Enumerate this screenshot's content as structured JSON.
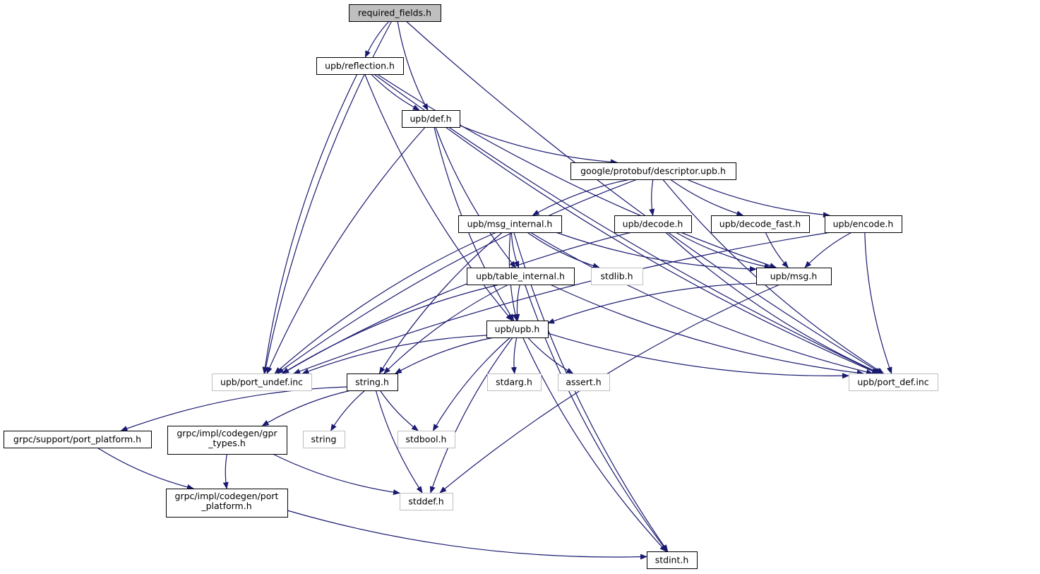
{
  "title": "required_fields.h",
  "colors": {
    "edge": "#191970",
    "node_border": "#000000",
    "external_border": "#bfbfbf",
    "root_fill": "#bfbfbf",
    "text": "#000000",
    "external_text": "#444444"
  },
  "nodes": [
    {
      "id": "required_fields",
      "label": "required_fields.h",
      "kind": "root"
    },
    {
      "id": "reflection",
      "label": "upb/reflection.h",
      "kind": "documented"
    },
    {
      "id": "def",
      "label": "upb/def.h",
      "kind": "documented"
    },
    {
      "id": "descriptor",
      "label": "google/protobuf/descriptor.upb.h",
      "kind": "documented"
    },
    {
      "id": "msg_internal",
      "label": "upb/msg_internal.h",
      "kind": "documented"
    },
    {
      "id": "decode",
      "label": "upb/decode.h",
      "kind": "documented"
    },
    {
      "id": "decode_fast",
      "label": "upb/decode_fast.h",
      "kind": "documented"
    },
    {
      "id": "encode",
      "label": "upb/encode.h",
      "kind": "documented"
    },
    {
      "id": "table_internal",
      "label": "upb/table_internal.h",
      "kind": "documented"
    },
    {
      "id": "stdlib",
      "label": "stdlib.h",
      "kind": "external"
    },
    {
      "id": "msg",
      "label": "upb/msg.h",
      "kind": "documented"
    },
    {
      "id": "upb",
      "label": "upb/upb.h",
      "kind": "documented"
    },
    {
      "id": "port_undef",
      "label": "upb/port_undef.inc",
      "kind": "external"
    },
    {
      "id": "string_h",
      "label": "string.h",
      "kind": "documented"
    },
    {
      "id": "stdarg",
      "label": "stdarg.h",
      "kind": "external"
    },
    {
      "id": "assert",
      "label": "assert.h",
      "kind": "external"
    },
    {
      "id": "port_def",
      "label": "upb/port_def.inc",
      "kind": "external"
    },
    {
      "id": "grpc_support_port_platform",
      "label": "grpc/support/port_platform.h",
      "kind": "documented"
    },
    {
      "id": "gpr_types",
      "label": "grpc/impl/codegen/gpr_types.h",
      "lines": [
        "grpc/impl/codegen/gpr",
        "_types.h"
      ],
      "kind": "documented"
    },
    {
      "id": "string",
      "label": "string",
      "kind": "external"
    },
    {
      "id": "stdbool",
      "label": "stdbool.h",
      "kind": "external"
    },
    {
      "id": "codegen_port_platform",
      "label": "grpc/impl/codegen/port_platform.h",
      "lines": [
        "grpc/impl/codegen/port",
        "_platform.h"
      ],
      "kind": "documented"
    },
    {
      "id": "stddef",
      "label": "stddef.h",
      "kind": "external"
    },
    {
      "id": "stdint",
      "label": "stdint.h",
      "kind": "documented"
    }
  ],
  "edges": [
    [
      "required_fields",
      "reflection"
    ],
    [
      "required_fields",
      "def"
    ],
    [
      "required_fields",
      "port_undef"
    ],
    [
      "required_fields",
      "port_def"
    ],
    [
      "reflection",
      "def"
    ],
    [
      "reflection",
      "port_undef"
    ],
    [
      "reflection",
      "port_def"
    ],
    [
      "reflection",
      "upb"
    ],
    [
      "reflection",
      "msg"
    ],
    [
      "def",
      "descriptor"
    ],
    [
      "def",
      "port_undef"
    ],
    [
      "def",
      "port_def"
    ],
    [
      "def",
      "upb"
    ],
    [
      "def",
      "table_internal"
    ],
    [
      "descriptor",
      "msg_internal"
    ],
    [
      "descriptor",
      "decode"
    ],
    [
      "descriptor",
      "decode_fast"
    ],
    [
      "descriptor",
      "encode"
    ],
    [
      "descriptor",
      "port_undef"
    ],
    [
      "descriptor",
      "port_def"
    ],
    [
      "msg_internal",
      "table_internal"
    ],
    [
      "msg_internal",
      "stdlib"
    ],
    [
      "msg_internal",
      "msg"
    ],
    [
      "msg_internal",
      "upb"
    ],
    [
      "msg_internal",
      "port_undef"
    ],
    [
      "msg_internal",
      "port_def"
    ],
    [
      "msg_internal",
      "string_h"
    ],
    [
      "msg_internal",
      "stdint"
    ],
    [
      "decode",
      "msg"
    ],
    [
      "decode",
      "port_undef"
    ],
    [
      "decode",
      "port_def"
    ],
    [
      "decode_fast",
      "msg"
    ],
    [
      "encode",
      "msg"
    ],
    [
      "encode",
      "port_undef"
    ],
    [
      "encode",
      "port_def"
    ],
    [
      "table_internal",
      "upb"
    ],
    [
      "table_internal",
      "port_undef"
    ],
    [
      "table_internal",
      "port_def"
    ],
    [
      "table_internal",
      "string_h"
    ],
    [
      "table_internal",
      "stdint"
    ],
    [
      "msg",
      "upb"
    ],
    [
      "msg",
      "stddef"
    ],
    [
      "upb",
      "port_undef"
    ],
    [
      "upb",
      "port_def"
    ],
    [
      "upb",
      "string_h"
    ],
    [
      "upb",
      "stdarg"
    ],
    [
      "upb",
      "assert"
    ],
    [
      "upb",
      "stdbool"
    ],
    [
      "upb",
      "stddef"
    ],
    [
      "upb",
      "stdint"
    ],
    [
      "string_h",
      "grpc_support_port_platform"
    ],
    [
      "string_h",
      "gpr_types"
    ],
    [
      "string_h",
      "string"
    ],
    [
      "string_h",
      "stdbool"
    ],
    [
      "string_h",
      "stddef"
    ],
    [
      "gpr_types",
      "codegen_port_platform"
    ],
    [
      "gpr_types",
      "stddef"
    ],
    [
      "grpc_support_port_platform",
      "codegen_port_platform"
    ],
    [
      "codegen_port_platform",
      "stdint"
    ]
  ]
}
